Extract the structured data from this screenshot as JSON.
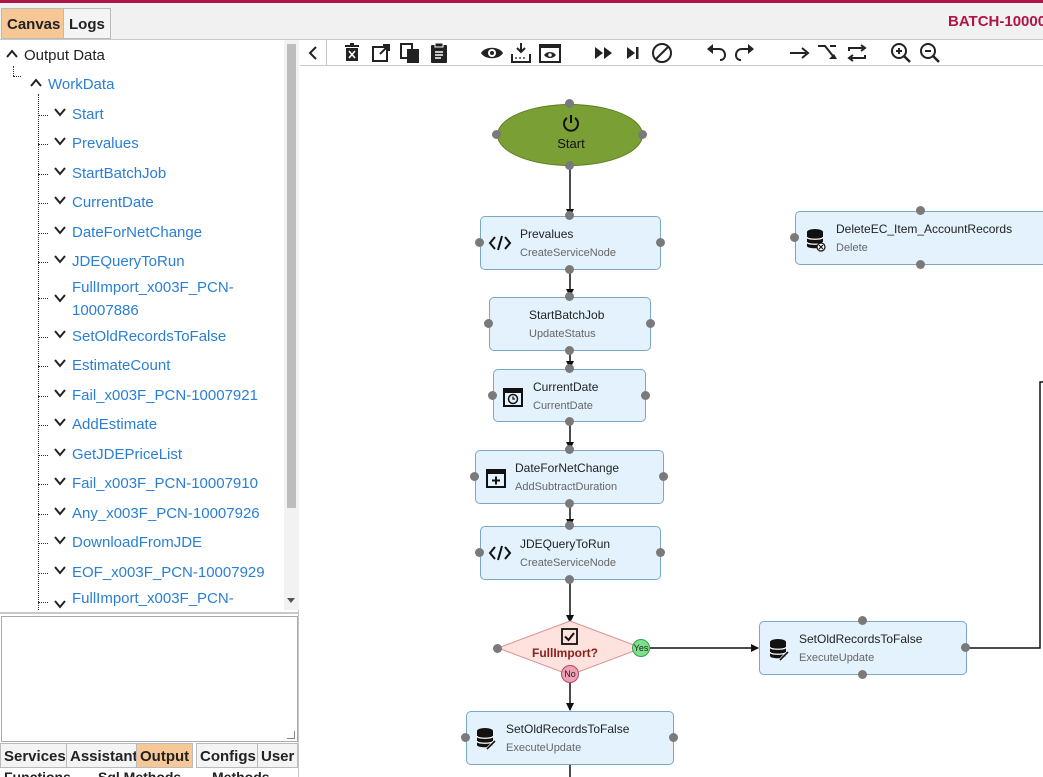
{
  "top_tabs": {
    "canvas": "Canvas",
    "logs": "Logs"
  },
  "batch_title": "BATCH-10000",
  "tree": {
    "root": "Output Data",
    "workdata": "WorkData",
    "items": [
      "Start",
      "Prevalues",
      "StartBatchJob",
      "CurrentDate",
      "DateForNetChange",
      "JDEQueryToRun",
      "FullImport_x003F_PCN-",
      "10007886",
      "SetOldRecordsToFalse",
      "EstimateCount",
      "Fail_x003F_PCN-10007921",
      "AddEstimate",
      "GetJDEPriceList",
      "Fail_x003F_PCN-10007910",
      "Any_x003F_PCN-10007926",
      "DownloadFromJDE",
      "EOF_x003F_PCN-10007929",
      "FullImport_x003F_PCN-"
    ]
  },
  "bottom_tabs": [
    "Services",
    "Assistant",
    "Output",
    "Configs",
    "User"
  ],
  "sub_tabs": [
    "Functions",
    "Sql Methods",
    "Methods"
  ],
  "toolbar_icons": [
    "chevron-left-icon",
    "delete-icon",
    "open-external-icon",
    "copy-icon",
    "paste-icon",
    "eye-icon",
    "download-tray-icon",
    "preview-icon",
    "fast-forward-icon",
    "skip-next-icon",
    "stop-icon",
    "undo-icon",
    "redo-icon",
    "arrow-right-icon",
    "branch-icon",
    "loop-icon",
    "zoom-in-icon",
    "zoom-out-icon"
  ],
  "nodes": {
    "start": {
      "title": "Start"
    },
    "prevalues": {
      "title": "Prevalues",
      "subtitle": "CreateServiceNode"
    },
    "startbatchjob": {
      "title": "StartBatchJob",
      "subtitle": "UpdateStatus"
    },
    "currentdate": {
      "title": "CurrentDate",
      "subtitle": "CurrentDate"
    },
    "datefornetchange": {
      "title": "DateForNetChange",
      "subtitle": "AddSubtractDuration"
    },
    "jdequerytorun": {
      "title": "JDEQueryToRun",
      "subtitle": "CreateServiceNode"
    },
    "fullimport": {
      "title": "FullImport?",
      "yes": "Yes",
      "no": "No"
    },
    "setold_right": {
      "title": "SetOldRecordsToFalse",
      "subtitle": "ExecuteUpdate"
    },
    "setold_bottom": {
      "title": "SetOldRecordsToFalse",
      "subtitle": "ExecuteUpdate"
    },
    "deleteec": {
      "title": "DeleteEC_Item_AccountRecords",
      "subtitle": "Delete"
    }
  },
  "colors": {
    "accent": "#b0154a",
    "active_tab": "#f7c896",
    "link": "#2a7fd4",
    "node_fill": "#e3f2fc",
    "start_fill": "#7aa035",
    "decision_fill": "#fde2dd"
  }
}
